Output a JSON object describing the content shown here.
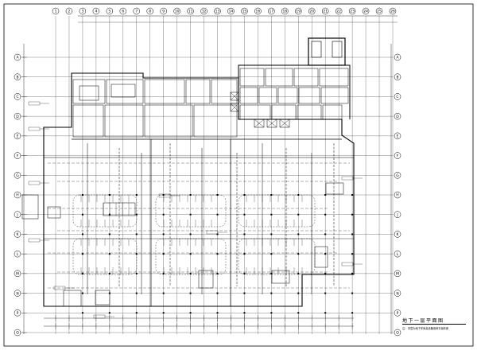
{
  "drawing": {
    "title": "地下一层平面图",
    "subtitle": "注: 本层为地下车库及设备用房平面布置",
    "line_color": "#000000",
    "background": "#ffffff",
    "grid_axes_top": [
      "1",
      "2",
      "3",
      "4",
      "5",
      "6",
      "7",
      "8",
      "9",
      "10",
      "11",
      "12",
      "13",
      "14",
      "15",
      "16",
      "17",
      "18",
      "19",
      "20",
      "21",
      "22",
      "23",
      "24",
      "25",
      "26"
    ],
    "grid_axes_left": [
      "A",
      "B",
      "C",
      "D",
      "E",
      "F",
      "G",
      "H",
      "J",
      "K",
      "L",
      "M",
      "N",
      "P",
      "Q"
    ],
    "grid_axes_right": [
      "A",
      "B",
      "C",
      "D",
      "E",
      "F",
      "G",
      "H",
      "J",
      "K",
      "L",
      "M",
      "N",
      "P",
      "Q"
    ]
  }
}
